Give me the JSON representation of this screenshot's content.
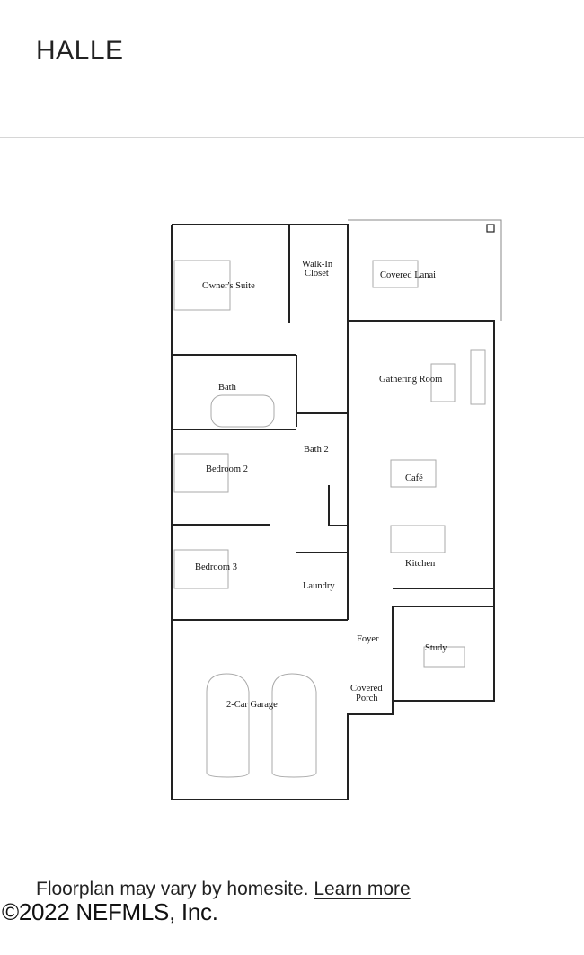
{
  "header": {
    "title": "HALLE"
  },
  "floorplan": {
    "rooms": [
      {
        "id": "owners-suite",
        "label": "Owner's Suite"
      },
      {
        "id": "walk-in-closet",
        "label_line1": "Walk-In",
        "label_line2": "Closet"
      },
      {
        "id": "covered-lanai",
        "label": "Covered Lanai"
      },
      {
        "id": "bath",
        "label": "Bath"
      },
      {
        "id": "gathering-room",
        "label": "Gathering Room"
      },
      {
        "id": "bath-2",
        "label": "Bath 2"
      },
      {
        "id": "bedroom-2",
        "label": "Bedroom 2"
      },
      {
        "id": "cafe",
        "label": "Café"
      },
      {
        "id": "bedroom-3",
        "label": "Bedroom 3"
      },
      {
        "id": "kitchen",
        "label": "Kitchen"
      },
      {
        "id": "laundry",
        "label": "Laundry"
      },
      {
        "id": "foyer",
        "label": "Foyer"
      },
      {
        "id": "study",
        "label": "Study"
      },
      {
        "id": "covered-porch",
        "label_line1": "Covered",
        "label_line2": "Porch"
      },
      {
        "id": "garage",
        "label": "2-Car Garage"
      }
    ]
  },
  "footer": {
    "disclaimer": "Floorplan may vary by homesite.",
    "learn_more": "Learn more",
    "copyright": "©2022 NEFMLS, Inc."
  }
}
